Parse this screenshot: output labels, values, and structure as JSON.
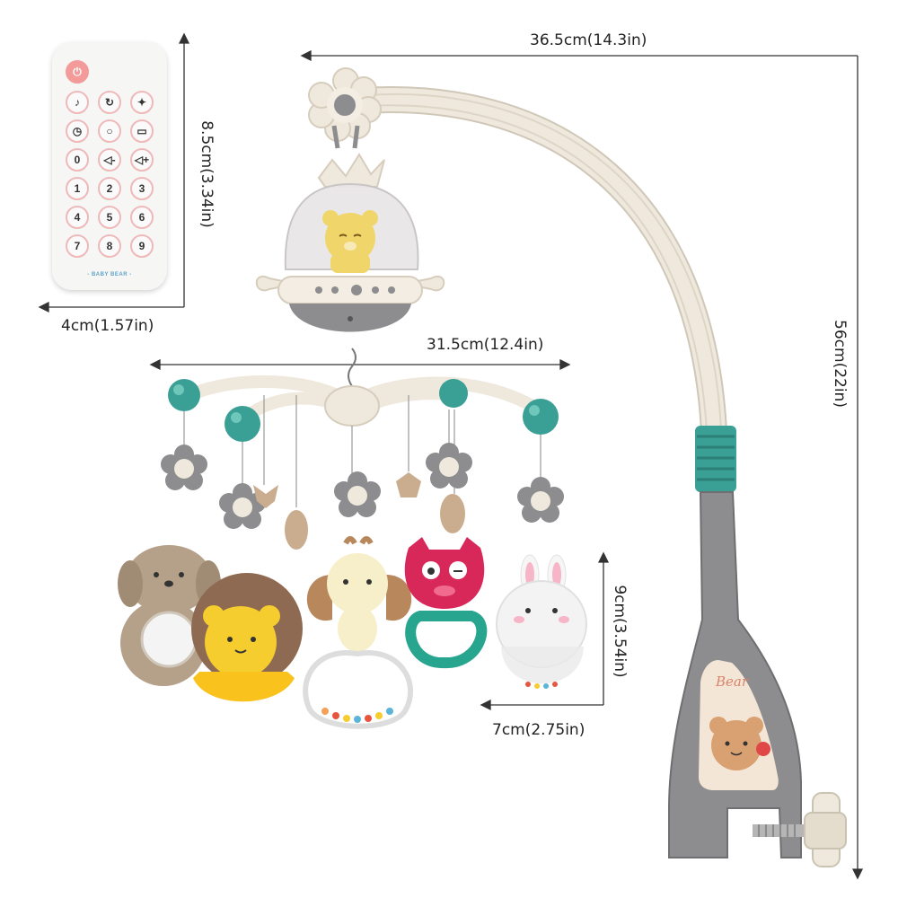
{
  "dimensions": {
    "remote_height": "8.5cm(3.34in)",
    "remote_width": "4cm(1.57in)",
    "arm_width": "36.5cm(14.3in)",
    "height_total": "56cm(22in)",
    "hanger_width": "31.5cm(12.4in)",
    "toy_height": "9cm(3.54in)",
    "toy_width": "7cm(2.75in)"
  },
  "remote": {
    "brand": "- BABY BEAR -",
    "buttons": [
      "power",
      "note",
      "loop",
      "bulb",
      "timer",
      "circle",
      "projector",
      "0",
      "vol-",
      "vol+",
      "1",
      "2",
      "3",
      "4",
      "5",
      "6",
      "7",
      "8",
      "9"
    ],
    "number_labels": [
      "0",
      "1",
      "2",
      "3",
      "4",
      "5",
      "6",
      "7",
      "8",
      "9"
    ]
  },
  "clamp_sticker": {
    "label": "Bear"
  },
  "colors": {
    "arm": "#efe8dc",
    "grey": "#8d8d8f",
    "teal": "#3a9f95",
    "pink": "#f39b9b"
  }
}
